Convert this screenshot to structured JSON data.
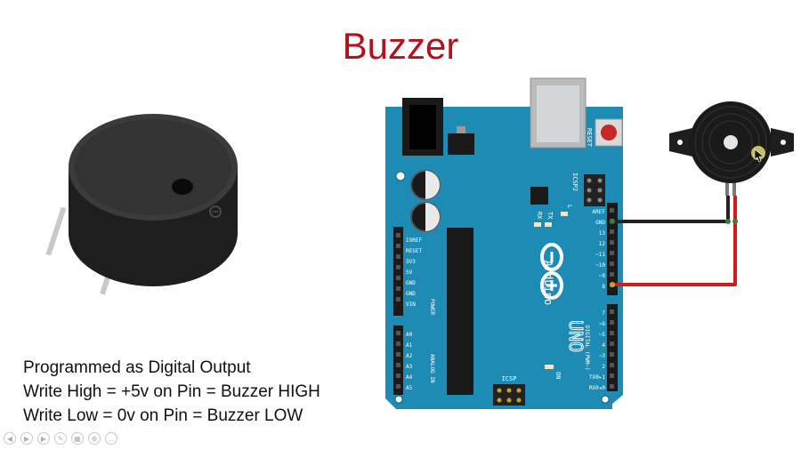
{
  "slide": {
    "title": "Buzzer",
    "notes": [
      "Programmed as Digital Output",
      "Write High = +5v on Pin = Buzzer HIGH",
      "Write Low = 0v on Pin = Buzzer LOW"
    ]
  },
  "board": {
    "brand": "Arduino",
    "model": "UNO",
    "reset_label": "RESET",
    "icsp2_label": "ICSP2",
    "icsp_label": "ICSP",
    "on_label": "ON",
    "l_label": "L",
    "tx_label": "TX",
    "rx_label": "RX",
    "power_header_label": "POWER",
    "analog_header_label": "ANALOG IN",
    "digital_header_label": "DIGITAL (PWM~)",
    "power_pins": [
      "IOREF",
      "RESET",
      "3V3",
      "5V",
      "GND",
      "GND",
      "VIN"
    ],
    "analog_pins": [
      "A0",
      "A1",
      "A2",
      "A3",
      "A4",
      "A5"
    ],
    "digital_top_pins": [
      "AREF",
      "GND",
      "13",
      "12",
      "~11",
      "~10",
      "~9",
      "8"
    ],
    "digital_bottom_pins": [
      "7",
      "~6",
      "~5",
      "4",
      "~3",
      "2",
      "TX0▸1",
      "RX0◂0"
    ]
  },
  "colors": {
    "title": "#b3121c",
    "board": "#1e8bb5",
    "wire_gnd": "#222222",
    "wire_signal": "#d11a1a"
  },
  "icons": {
    "buzzer_photo": "piezo-buzzer-image",
    "buzzer_symbol": "buzzer-icon",
    "slide_controls": [
      "prev-icon",
      "play-icon",
      "next-icon",
      "pen-icon",
      "grid-icon",
      "zoom-icon",
      "more-icon"
    ]
  }
}
